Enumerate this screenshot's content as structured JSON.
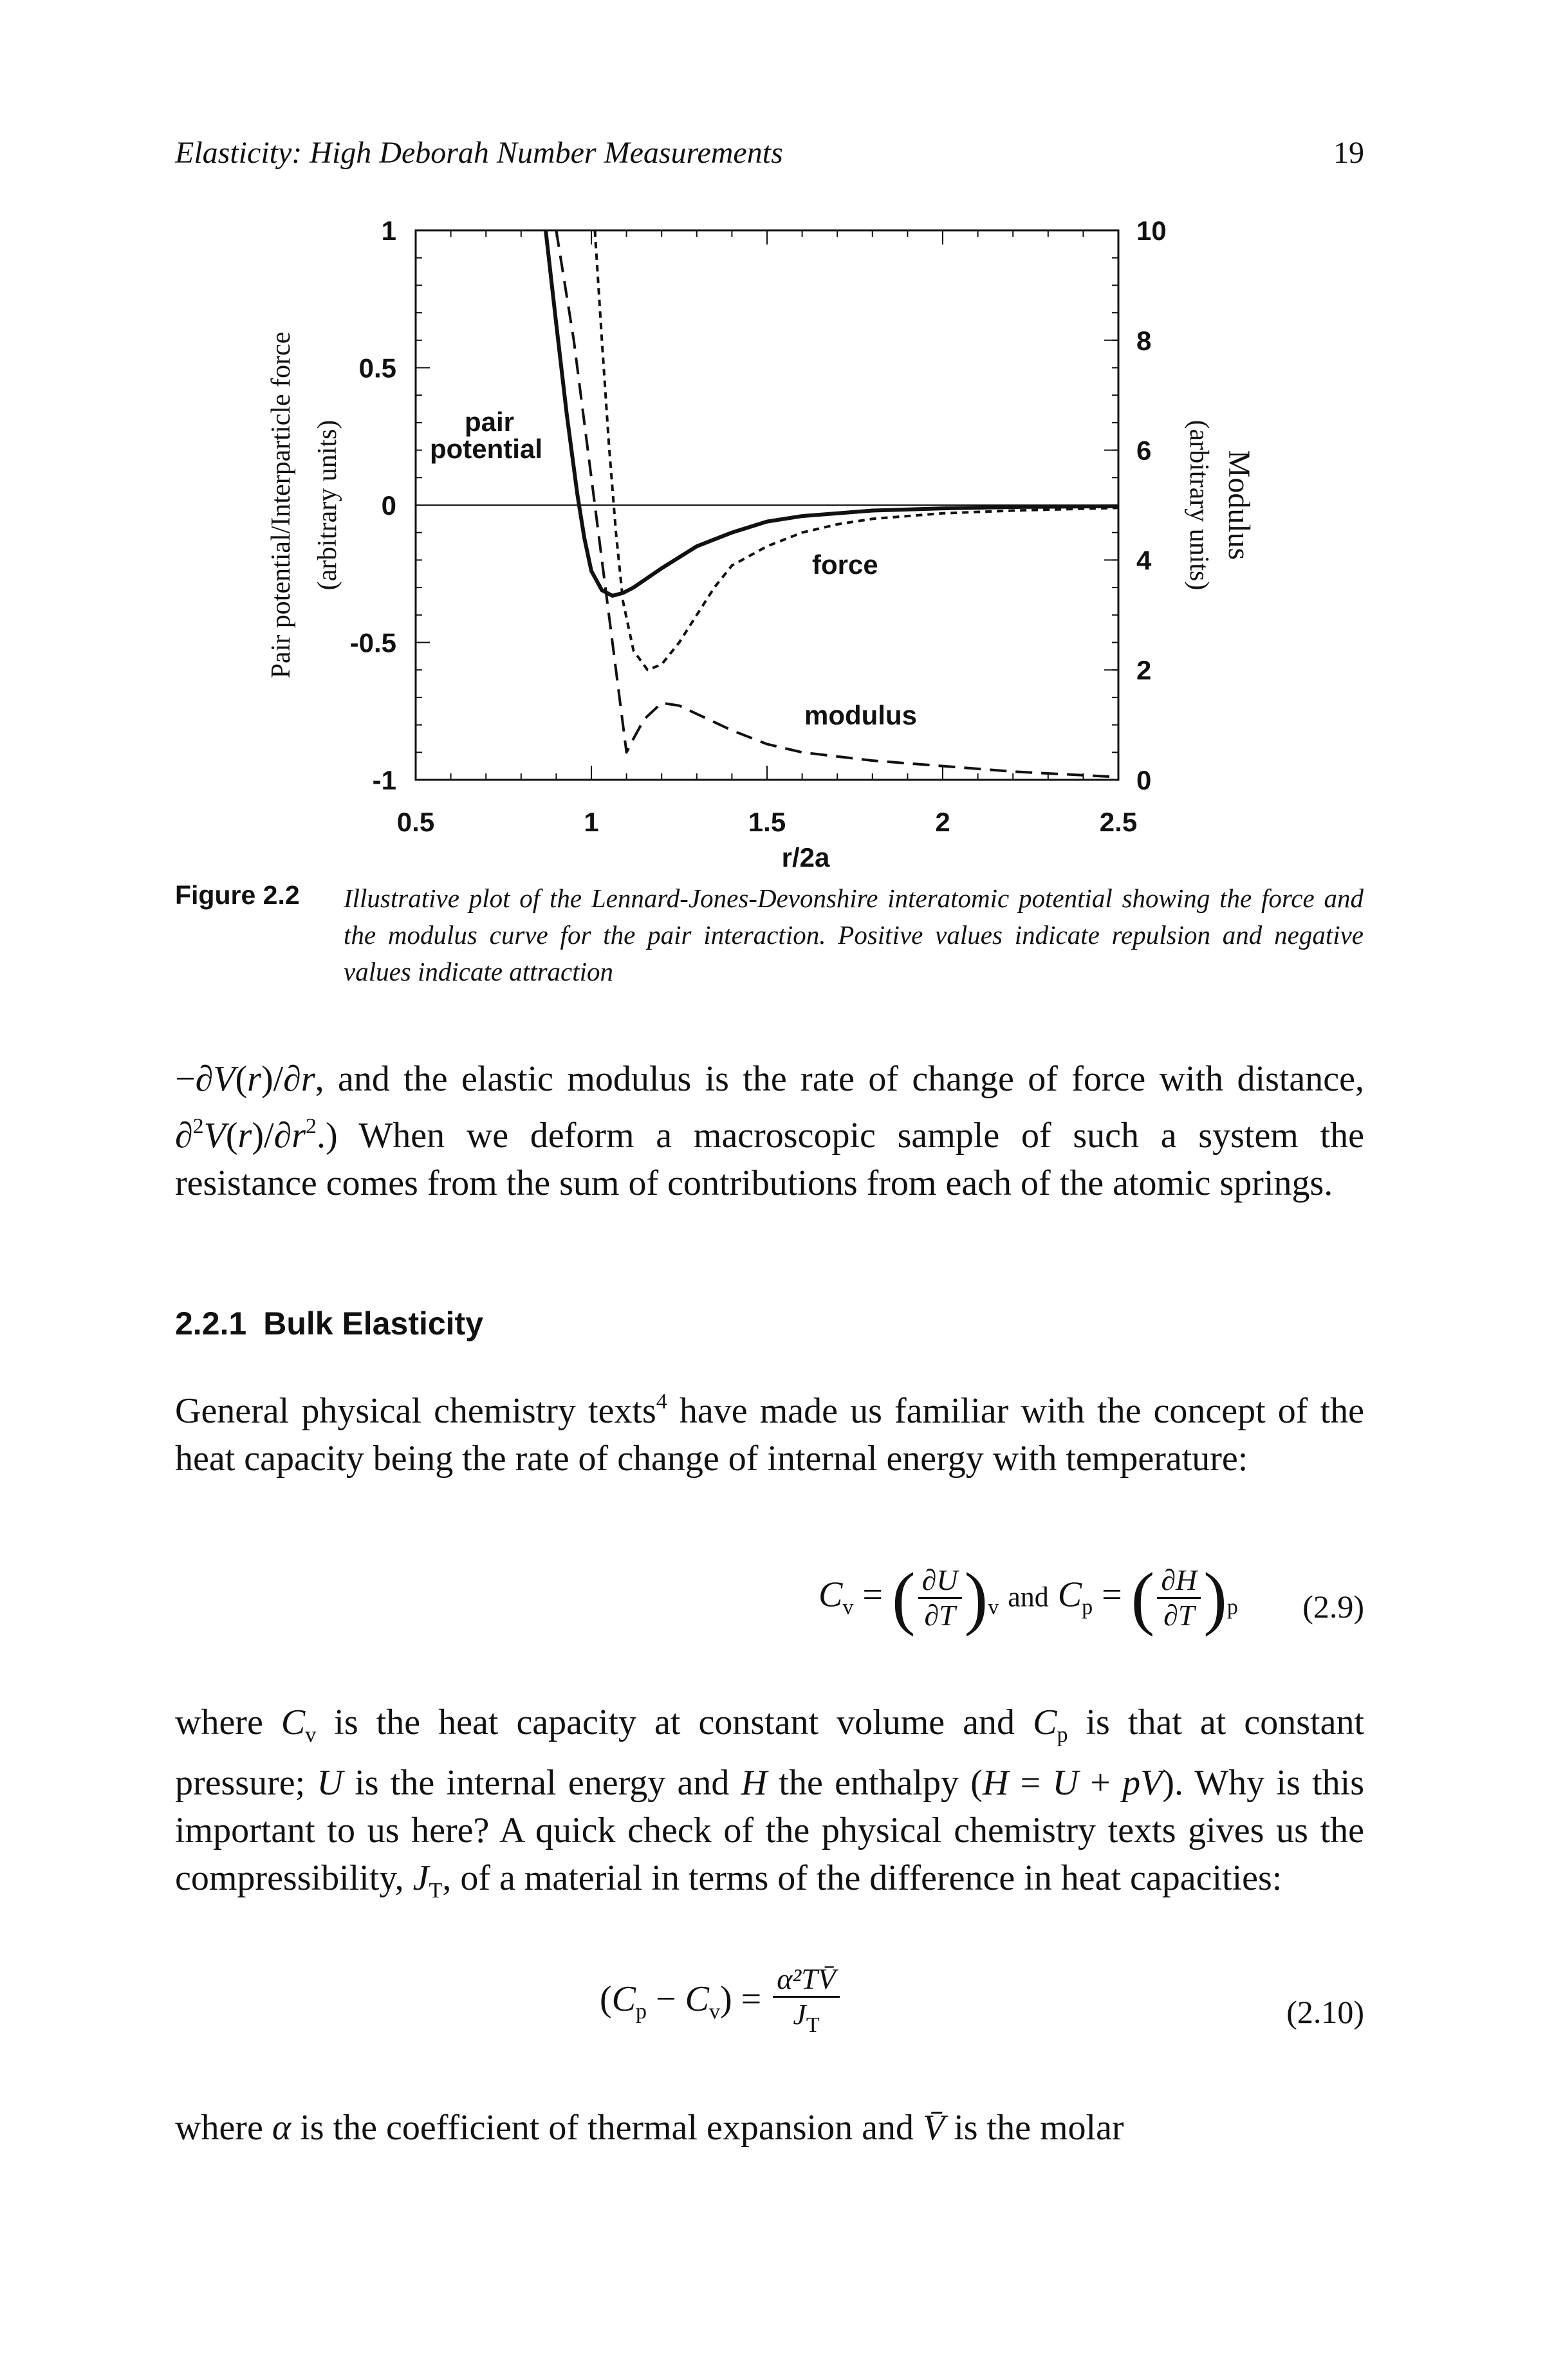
{
  "running_head": {
    "title": "Elasticity: High Deborah Number Measurements",
    "page_number": "19"
  },
  "figure": {
    "caption_label": "Figure 2.2",
    "caption_text": "Illustrative plot of the Lennard-Jones-Devonshire interatomic potential showing the force and the modulus curve for the pair interaction. Positive values indicate repulsion and negative values indicate attraction"
  },
  "chart_data": {
    "type": "line",
    "xlabel": "r/2a",
    "ylabel_left_line1": "Pair potential/Interparticle force",
    "ylabel_left_line2": "(arbitrary units)",
    "ylabel_right_line1": "Modulus",
    "ylabel_right_line2": "(arbitrary units)",
    "xlim": [
      0.5,
      2.5
    ],
    "ylim_left": [
      -1,
      1
    ],
    "ylim_right": [
      0,
      10
    ],
    "x_ticks": [
      "0.5",
      "1",
      "1.5",
      "2",
      "2.5"
    ],
    "y_left_ticks": [
      "1",
      "0.5",
      "0",
      "-0.5",
      "-1"
    ],
    "y_right_ticks": [
      "10",
      "8",
      "6",
      "4",
      "2",
      "0"
    ],
    "annotations": [
      "pair potential",
      "force",
      "modulus"
    ],
    "series": [
      {
        "name": "pair potential",
        "axis": "left",
        "style": "solid",
        "x": [
          0.87,
          0.9,
          0.93,
          0.96,
          0.98,
          1.0,
          1.03,
          1.06,
          1.09,
          1.12,
          1.2,
          1.3,
          1.4,
          1.5,
          1.6,
          1.8,
          2.0,
          2.2,
          2.5
        ],
        "y": [
          1.0,
          0.66,
          0.33,
          0.04,
          -0.12,
          -0.24,
          -0.31,
          -0.33,
          -0.32,
          -0.3,
          -0.23,
          -0.15,
          -0.1,
          -0.06,
          -0.04,
          -0.02,
          -0.012,
          -0.007,
          -0.004
        ]
      },
      {
        "name": "force",
        "axis": "left",
        "style": "dashed",
        "x": [
          1.01,
          1.03,
          1.05,
          1.07,
          1.09,
          1.12,
          1.16,
          1.2,
          1.25,
          1.3,
          1.35,
          1.4,
          1.5,
          1.6,
          1.7,
          1.8,
          2.0,
          2.2,
          2.5
        ],
        "y": [
          1.0,
          0.6,
          0.22,
          -0.1,
          -0.35,
          -0.53,
          -0.6,
          -0.58,
          -0.5,
          -0.4,
          -0.3,
          -0.22,
          -0.15,
          -0.1,
          -0.07,
          -0.05,
          -0.03,
          -0.02,
          -0.01
        ]
      },
      {
        "name": "modulus",
        "axis": "left",
        "style": "long-dash",
        "x": [
          0.9,
          0.95,
          1.0,
          1.03,
          1.06,
          1.08,
          1.1,
          1.12,
          1.15,
          1.2,
          1.25,
          1.3,
          1.4,
          1.5,
          1.6,
          1.8,
          2.0,
          2.2,
          2.5
        ],
        "y": [
          1.0,
          0.6,
          0.1,
          -0.2,
          -0.5,
          -0.7,
          -0.9,
          -0.85,
          -0.78,
          -0.72,
          -0.73,
          -0.76,
          -0.82,
          -0.87,
          -0.9,
          -0.93,
          -0.95,
          -0.97,
          -0.99
        ]
      }
    ]
  },
  "text": {
    "p1_a": "−∂",
    "p1_b": "V",
    "p1_c": "(",
    "p1_d": "r",
    "p1_e": ")/∂",
    "p1_f": "r",
    "p1_g": ", and the elastic modulus is the rate of change of force with distance, ∂",
    "p1_sup": "2",
    "p1_h": "V",
    "p1_i": "(",
    "p1_j": "r",
    "p1_k": ")/∂",
    "p1_l": "r",
    "p1_sup2": "2",
    "p1_m": ".) When we deform a macroscopic sample of such a system the resistance comes from the sum of contributions from each of the atomic springs.",
    "section_number": "2.2.1",
    "section_title": "Bulk Elasticity",
    "p2_a": "General physical chemistry texts",
    "p2_sup": "4",
    "p2_b": " have made us familiar with the concept of the heat capacity being the rate of change of internal energy with temperature:",
    "p3_a": "where ",
    "p3_cv": "C",
    "p3_cv_sub": "v",
    "p3_b": " is the heat capacity at constant volume and ",
    "p3_cp": "C",
    "p3_cp_sub": "p",
    "p3_c": " is that at constant pressure; ",
    "p3_u": "U",
    "p3_d": " is the internal energy and ",
    "p3_h": "H",
    "p3_e": " the enthalpy (",
    "p3_f": "H",
    "p3_g": " = ",
    "p3_h2": "U",
    "p3_i": " + ",
    "p3_pv": "pV",
    "p3_j": "). Why is this important to us here? A quick check of the physical chemistry texts gives us the compressibility, ",
    "p3_jt": "J",
    "p3_jt_sub": "T",
    "p3_k": ", of a material in terms of the difference in heat capacities:",
    "p4_a": "where ",
    "p4_alpha": "α",
    "p4_b": " is the coefficient of thermal expansion and ",
    "p4_v": "V̄",
    "p4_c": " is the molar"
  },
  "equations": {
    "eq1_number": "(2.9)",
    "eq1_cv": "C",
    "eq1_cv_sub": "v",
    "eq1_eq": "=",
    "eq1_num1": "∂U",
    "eq1_den1": "∂T",
    "eq1_sub1": "v",
    "eq1_and": "and",
    "eq1_cp": "C",
    "eq1_cp_sub": "p",
    "eq1_eq2": "=",
    "eq1_num2": "∂H",
    "eq1_den2": "∂T",
    "eq1_sub2": "p",
    "eq2_number": "(2.10)",
    "eq2_lhs_open": "(",
    "eq2_cp": "C",
    "eq2_cp_sub": "p",
    "eq2_minus": " − ",
    "eq2_cv": "C",
    "eq2_cv_sub": "v",
    "eq2_lhs_close": ")",
    "eq2_eq": "=",
    "eq2_num": "α²TV̄",
    "eq2_den": "J",
    "eq2_den_sub": "T"
  }
}
